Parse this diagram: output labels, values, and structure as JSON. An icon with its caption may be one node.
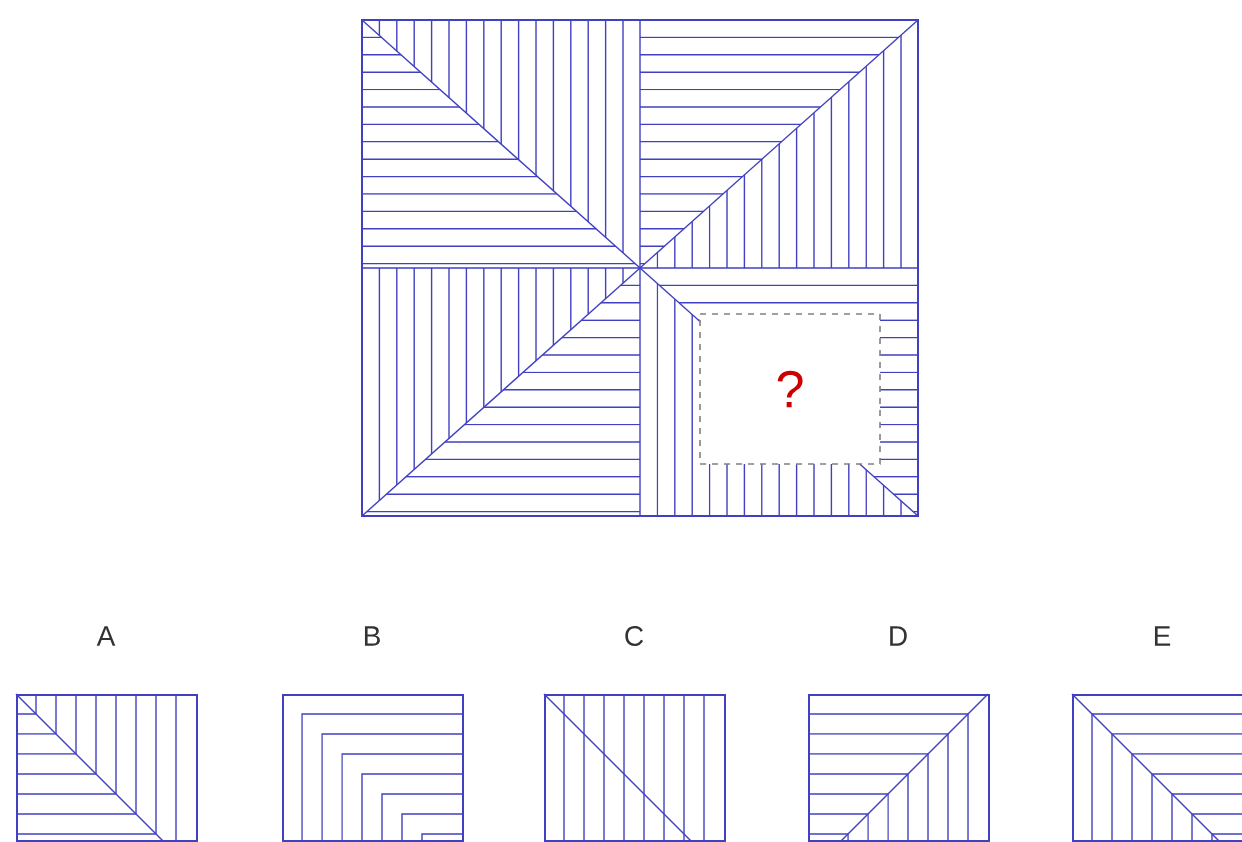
{
  "diagram": {
    "nodes": [
      {
        "text": [
          "?"
        ]
      },
      {
        "text": [
          "A"
        ]
      },
      {
        "text": [
          "B"
        ]
      },
      {
        "text": [
          "C"
        ]
      },
      {
        "text": [
          "D"
        ]
      },
      {
        "text": [
          "E"
        ]
      }
    ]
  }
}
